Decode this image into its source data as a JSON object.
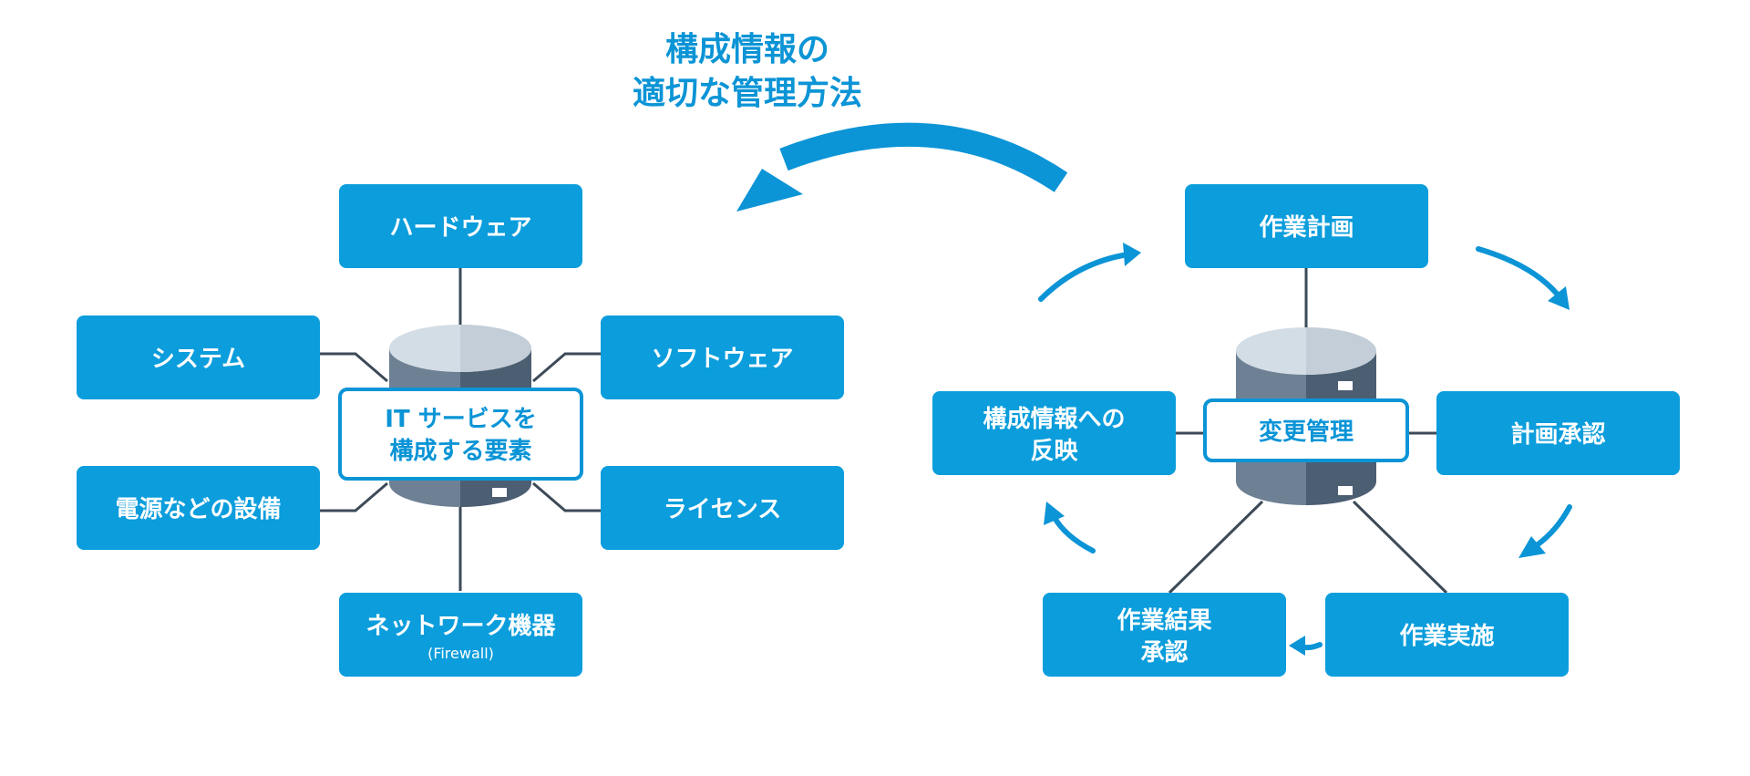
{
  "colors": {
    "accent": "#0b94d6",
    "box_fill": "#0b9ddc",
    "db_side_light": "#6e8194",
    "db_side_dark": "#4c5e72",
    "db_top": "#d3dde5",
    "line": "#3c4a58"
  },
  "title": {
    "line1": "構成情報の",
    "line2": "適切な管理方法"
  },
  "left": {
    "center_line1": "IT サービスを",
    "center_line2": "構成する要素",
    "hardware": "ハードウェア",
    "system": "システム",
    "software": "ソフトウェア",
    "power": "電源などの設備",
    "license": "ライセンス",
    "network": "ネットワーク機器",
    "network_sub": "(Firewall)"
  },
  "right": {
    "center": "変更管理",
    "work_plan": "作業計画",
    "plan_approval": "計画承認",
    "execution": "作業実施",
    "result_line1": "作業結果",
    "result_line2": "承認",
    "reflect_line1": "構成情報への",
    "reflect_line2": "反映"
  }
}
